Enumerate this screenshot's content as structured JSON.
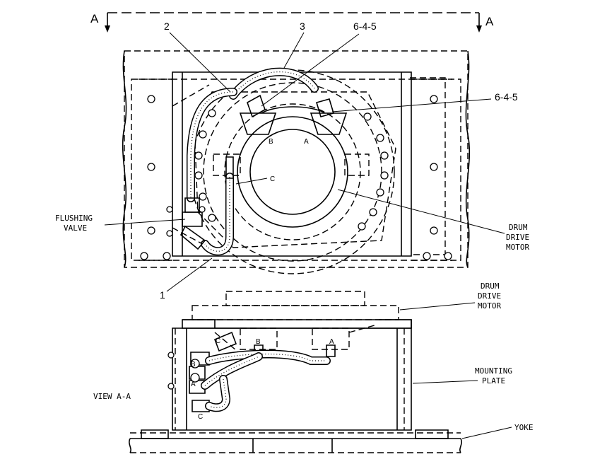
{
  "section_marks": {
    "left": "A",
    "right": "A"
  },
  "callouts": {
    "c1": "1",
    "c2": "2",
    "c3": "3",
    "c645_top": "6-4-5",
    "c645_right": "6-4-5"
  },
  "ports": {
    "top_b": "B",
    "top_a": "A",
    "top_c": "C",
    "side_c_top": "C",
    "side_b": "B",
    "side_a": "A",
    "side_b_valve": "B",
    "side_a_valve": "A",
    "side_c_bottom": "C"
  },
  "labels": {
    "flushing_valve_1": "FLUSHING",
    "flushing_valve_2": "VALVE",
    "drum_drive_motor_top_1": "DRUM",
    "drum_drive_motor_top_2": "DRIVE",
    "drum_drive_motor_top_3": "MOTOR",
    "drum_drive_motor_side_1": "DRUM",
    "drum_drive_motor_side_2": "DRIVE",
    "drum_drive_motor_side_3": "MOTOR",
    "mounting_plate_1": "MOUNTING",
    "mounting_plate_2": "PLATE",
    "yoke": "YOKE",
    "view": "VIEW A-A"
  }
}
